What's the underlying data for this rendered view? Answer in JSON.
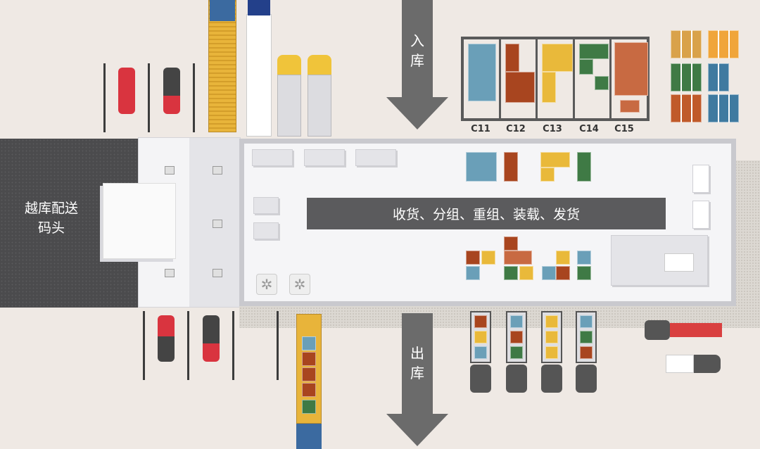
{
  "dock": {
    "label_line1": "越库配送",
    "label_line2": "码头"
  },
  "inbound_arrow": {
    "label": "入库"
  },
  "outbound_arrow": {
    "label": "出库"
  },
  "process_bar": {
    "label": "收货、分组、重组、装载、发货"
  },
  "storage_cells": [
    {
      "label": "C11",
      "color": "#6a9fb8"
    },
    {
      "label": "C12",
      "color": "#a8451f"
    },
    {
      "label": "C13",
      "color": "#e9b93a"
    },
    {
      "label": "C14",
      "color": "#3f7a45"
    },
    {
      "label": "C15",
      "color": "#c86a42"
    }
  ],
  "colors": {
    "background": "#efe9e4",
    "dock": "#4b4b4d",
    "arrow": "#6b6b6b",
    "bar": "#5b5b5d"
  }
}
